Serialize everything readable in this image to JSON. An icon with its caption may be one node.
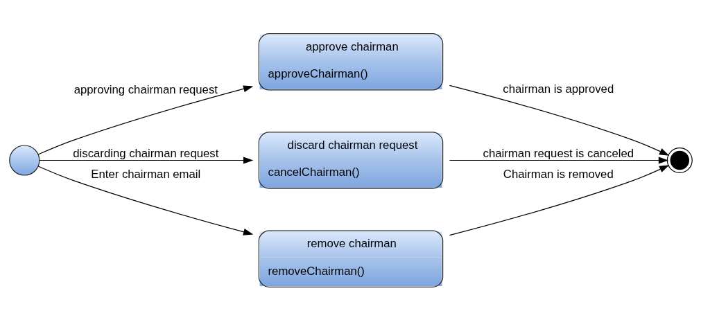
{
  "diagram": {
    "nodes": [
      {
        "text": [],
        "shape": "circle"
      },
      {
        "text": [
          "approve chairman",
          "approveChairman()"
        ]
      },
      {
        "text": [
          "discard chairman request",
          "cancelChairman()"
        ]
      },
      {
        "text": [
          "remove chairman",
          "removeChairman()"
        ]
      },
      {
        "text": [],
        "shape": "circle"
      }
    ],
    "edges": [
      {
        "from": 0,
        "to": 1,
        "arrow": "to",
        "label": "approving chairman request"
      },
      {
        "from": 0,
        "to": 2,
        "arrow": "to",
        "label": "discarding chairman request"
      },
      {
        "from": 0,
        "to": 3,
        "arrow": "to",
        "label": "Enter chairman email"
      },
      {
        "from": 1,
        "to": 4,
        "arrow": "to",
        "label": "chairman is approved"
      },
      {
        "from": 2,
        "to": 4,
        "arrow": "to",
        "label": "chairman request is canceled"
      },
      {
        "from": 3,
        "to": 4,
        "arrow": "to",
        "label": "Chairman is removed"
      }
    ]
  }
}
